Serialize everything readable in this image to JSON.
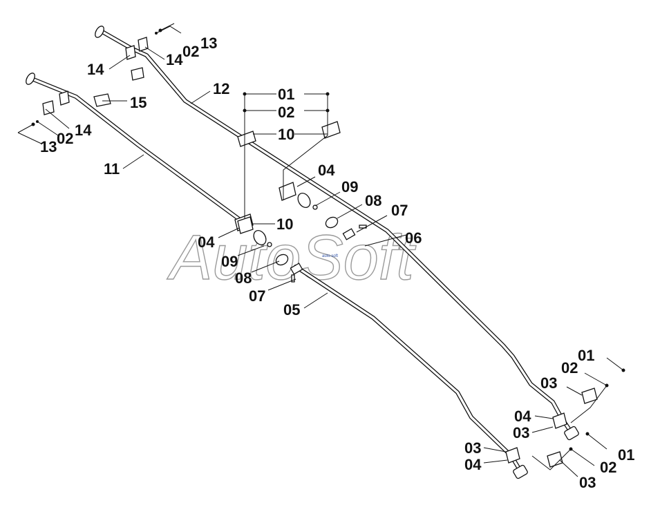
{
  "watermark": {
    "text": "AutoSoft",
    "sub": "auto soft"
  },
  "labels": [
    {
      "id": "l13a",
      "text": "13"
    },
    {
      "id": "l02a",
      "text": "02"
    },
    {
      "id": "l14a",
      "text": "14"
    },
    {
      "id": "l14b",
      "text": "14"
    },
    {
      "id": "l15",
      "text": "15"
    },
    {
      "id": "l12",
      "text": "12"
    },
    {
      "id": "l13b",
      "text": "13"
    },
    {
      "id": "l02b",
      "text": "02"
    },
    {
      "id": "l14c",
      "text": "14"
    },
    {
      "id": "l11",
      "text": "11"
    },
    {
      "id": "l01a",
      "text": "01"
    },
    {
      "id": "l02c",
      "text": "02"
    },
    {
      "id": "l10a",
      "text": "10"
    },
    {
      "id": "l04a",
      "text": "04"
    },
    {
      "id": "l09a",
      "text": "09"
    },
    {
      "id": "l08a",
      "text": "08"
    },
    {
      "id": "l07a",
      "text": "07"
    },
    {
      "id": "l06",
      "text": "06"
    },
    {
      "id": "l10b",
      "text": "10"
    },
    {
      "id": "l04b",
      "text": "04"
    },
    {
      "id": "l09b",
      "text": "09"
    },
    {
      "id": "l08b",
      "text": "08"
    },
    {
      "id": "l07b",
      "text": "07"
    },
    {
      "id": "l05",
      "text": "05"
    },
    {
      "id": "l01b",
      "text": "01"
    },
    {
      "id": "l02d",
      "text": "02"
    },
    {
      "id": "l03a",
      "text": "03"
    },
    {
      "id": "l04c",
      "text": "04"
    },
    {
      "id": "l03b",
      "text": "03"
    },
    {
      "id": "l03c",
      "text": "03"
    },
    {
      "id": "l04d",
      "text": "04"
    },
    {
      "id": "l01c",
      "text": "01"
    },
    {
      "id": "l02e",
      "text": "02"
    },
    {
      "id": "l03d",
      "text": "03"
    }
  ]
}
